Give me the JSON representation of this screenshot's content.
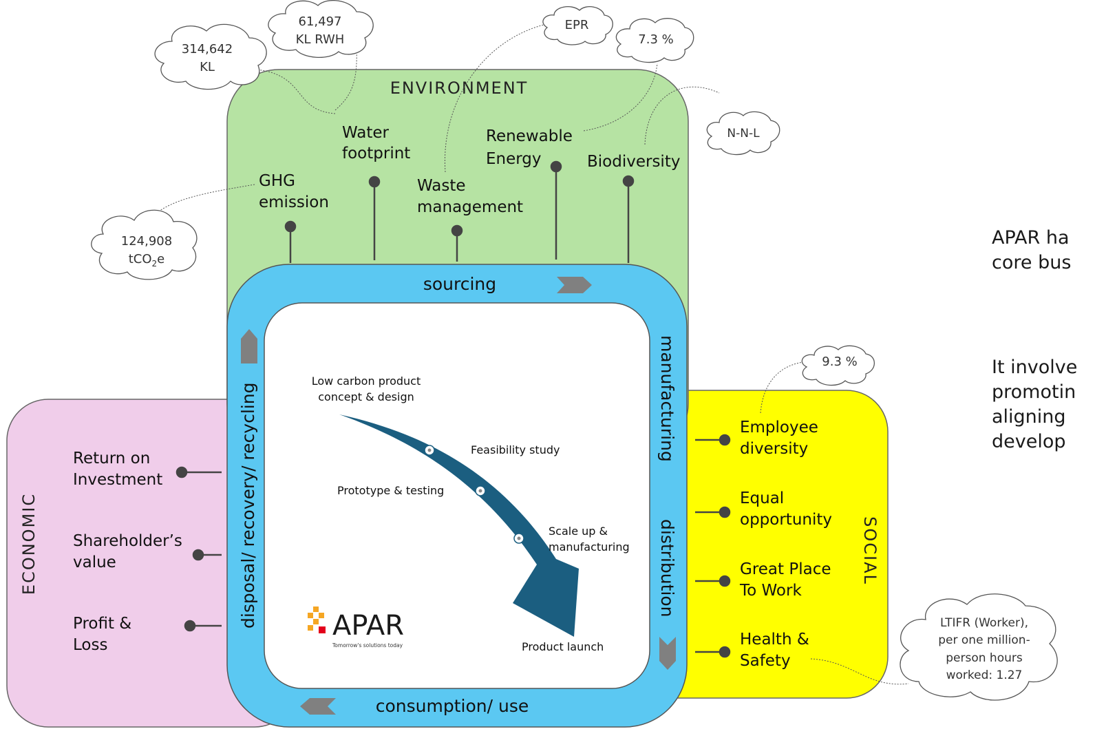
{
  "environment": {
    "title": "ENVIRONMENT",
    "color": "#b6e3a3",
    "items": [
      {
        "line1": "GHG",
        "line2": "emission"
      },
      {
        "line1": "Water",
        "line2": "footprint"
      },
      {
        "line1": "Waste",
        "line2": "management"
      },
      {
        "line1": "Renewable",
        "line2": "Energy"
      },
      {
        "line1": "Biodiversity",
        "line2": ""
      }
    ]
  },
  "clouds": {
    "ghg": {
      "line1": "124,908",
      "line2_prefix": "tCO",
      "line2_sub": "2",
      "line2_suffix": "e"
    },
    "water_kl": {
      "line1": "314,642",
      "line2": "KL"
    },
    "water_rwh": {
      "line1": "61,497",
      "line2": "KL RWH"
    },
    "waste": {
      "line1": "EPR"
    },
    "renewable": {
      "line1": "7.3 %"
    },
    "biodiversity": {
      "line1": "N-N-L"
    },
    "social": {
      "line1": "9.3 %"
    },
    "safety": {
      "line1": "LTIFR (Worker),",
      "line2": "per one million-",
      "line3": "person hours",
      "line4": "worked: 1.27"
    }
  },
  "economic": {
    "title": "ECONOMIC",
    "color": "#f0cdea",
    "items": [
      {
        "line1": "Return on",
        "line2": "Investment"
      },
      {
        "line1": "Shareholder’s",
        "line2": "value"
      },
      {
        "line1": "Profit &",
        "line2": "Loss"
      }
    ]
  },
  "social": {
    "title": "SOCIAL",
    "color": "#ffff00",
    "items": [
      {
        "line1": "Employee",
        "line2": "diversity"
      },
      {
        "line1": "Equal",
        "line2": "opportunity"
      },
      {
        "line1": "Great Place",
        "line2": "To Work"
      },
      {
        "line1": "Health &",
        "line2": "Safety"
      }
    ]
  },
  "lifecycle": {
    "color": "#5bc8f2",
    "top": "sourcing",
    "right_upper": "manufacturing",
    "right_lower": "distribution",
    "bottom": "consumption/ use",
    "left": "disposal/ recovery/ recycling"
  },
  "product_curve": {
    "stage1_line1": "Low carbon product",
    "stage1_line2": "concept & design",
    "stage2": "Feasibility study",
    "stage3": "Prototype & testing",
    "stage4_line1": "Scale up &",
    "stage4_line2": "manufacturing",
    "stage5": "Product launch",
    "arrow_color": "#1b5e80"
  },
  "logo": {
    "name": "APAR",
    "tagline": "Tomorrow's solutions today"
  },
  "side_text": {
    "p1_line1": "APAR ha",
    "p1_line2": "core bus",
    "p2_line1": "It involve",
    "p2_line2": "promotin",
    "p2_line3": "aligning",
    "p2_line4": "develop"
  }
}
